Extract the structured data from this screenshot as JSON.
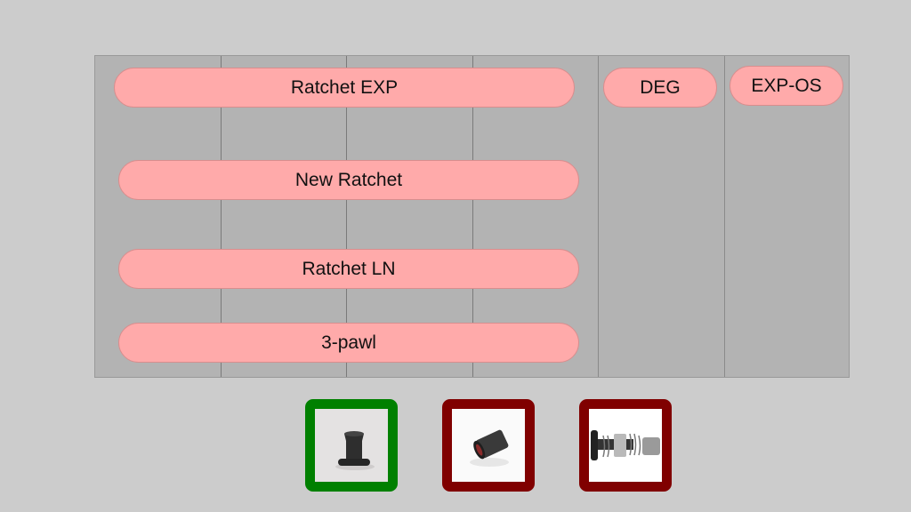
{
  "pills": {
    "ratchet_exp": "Ratchet EXP",
    "new_ratchet": "New Ratchet",
    "ratchet_ln": "Ratchet LN",
    "three_pawl": "3-pawl",
    "deg": "DEG",
    "exp_os": "EXP-OS"
  },
  "thumbnails": [
    {
      "name": "freehub-body-tapered",
      "border_color": "#008000"
    },
    {
      "name": "freehub-body-cylinder",
      "border_color": "#800000"
    },
    {
      "name": "ratchet-exploded",
      "border_color": "#800000"
    }
  ],
  "colors": {
    "pill": "#ffaaaa",
    "background": "#cccccc",
    "grid": "#b3b3b3"
  }
}
